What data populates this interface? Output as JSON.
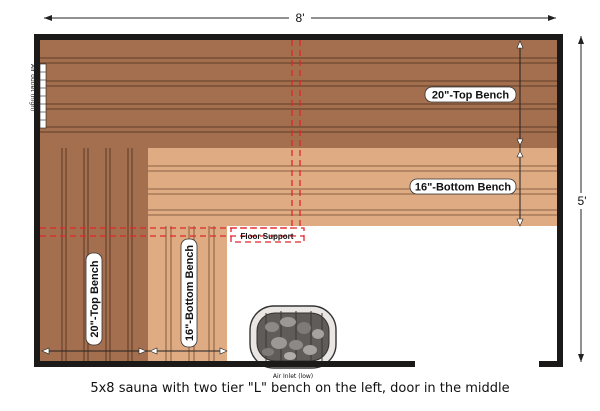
{
  "caption": "5x8 sauna with two tier \"L\" bench on the left, door in the middle",
  "dimensions": {
    "width": "8'",
    "depth": "5'"
  },
  "benches": {
    "top_back": "20\"-Top Bench",
    "bottom_back": "16\"-Bottom Bench",
    "top_left": "20\"-Top Bench",
    "bottom_left": "16\"-Bottom Bench"
  },
  "floor_support": "Floor Support",
  "air_inlet": "Air Inlet (low)",
  "air_outlet": "Air outlet (high)",
  "colors": {
    "top_bench": "#a46f4e",
    "bottom_bench": "#deab83",
    "wall": "#1c1a19",
    "support": "#e0262b"
  }
}
